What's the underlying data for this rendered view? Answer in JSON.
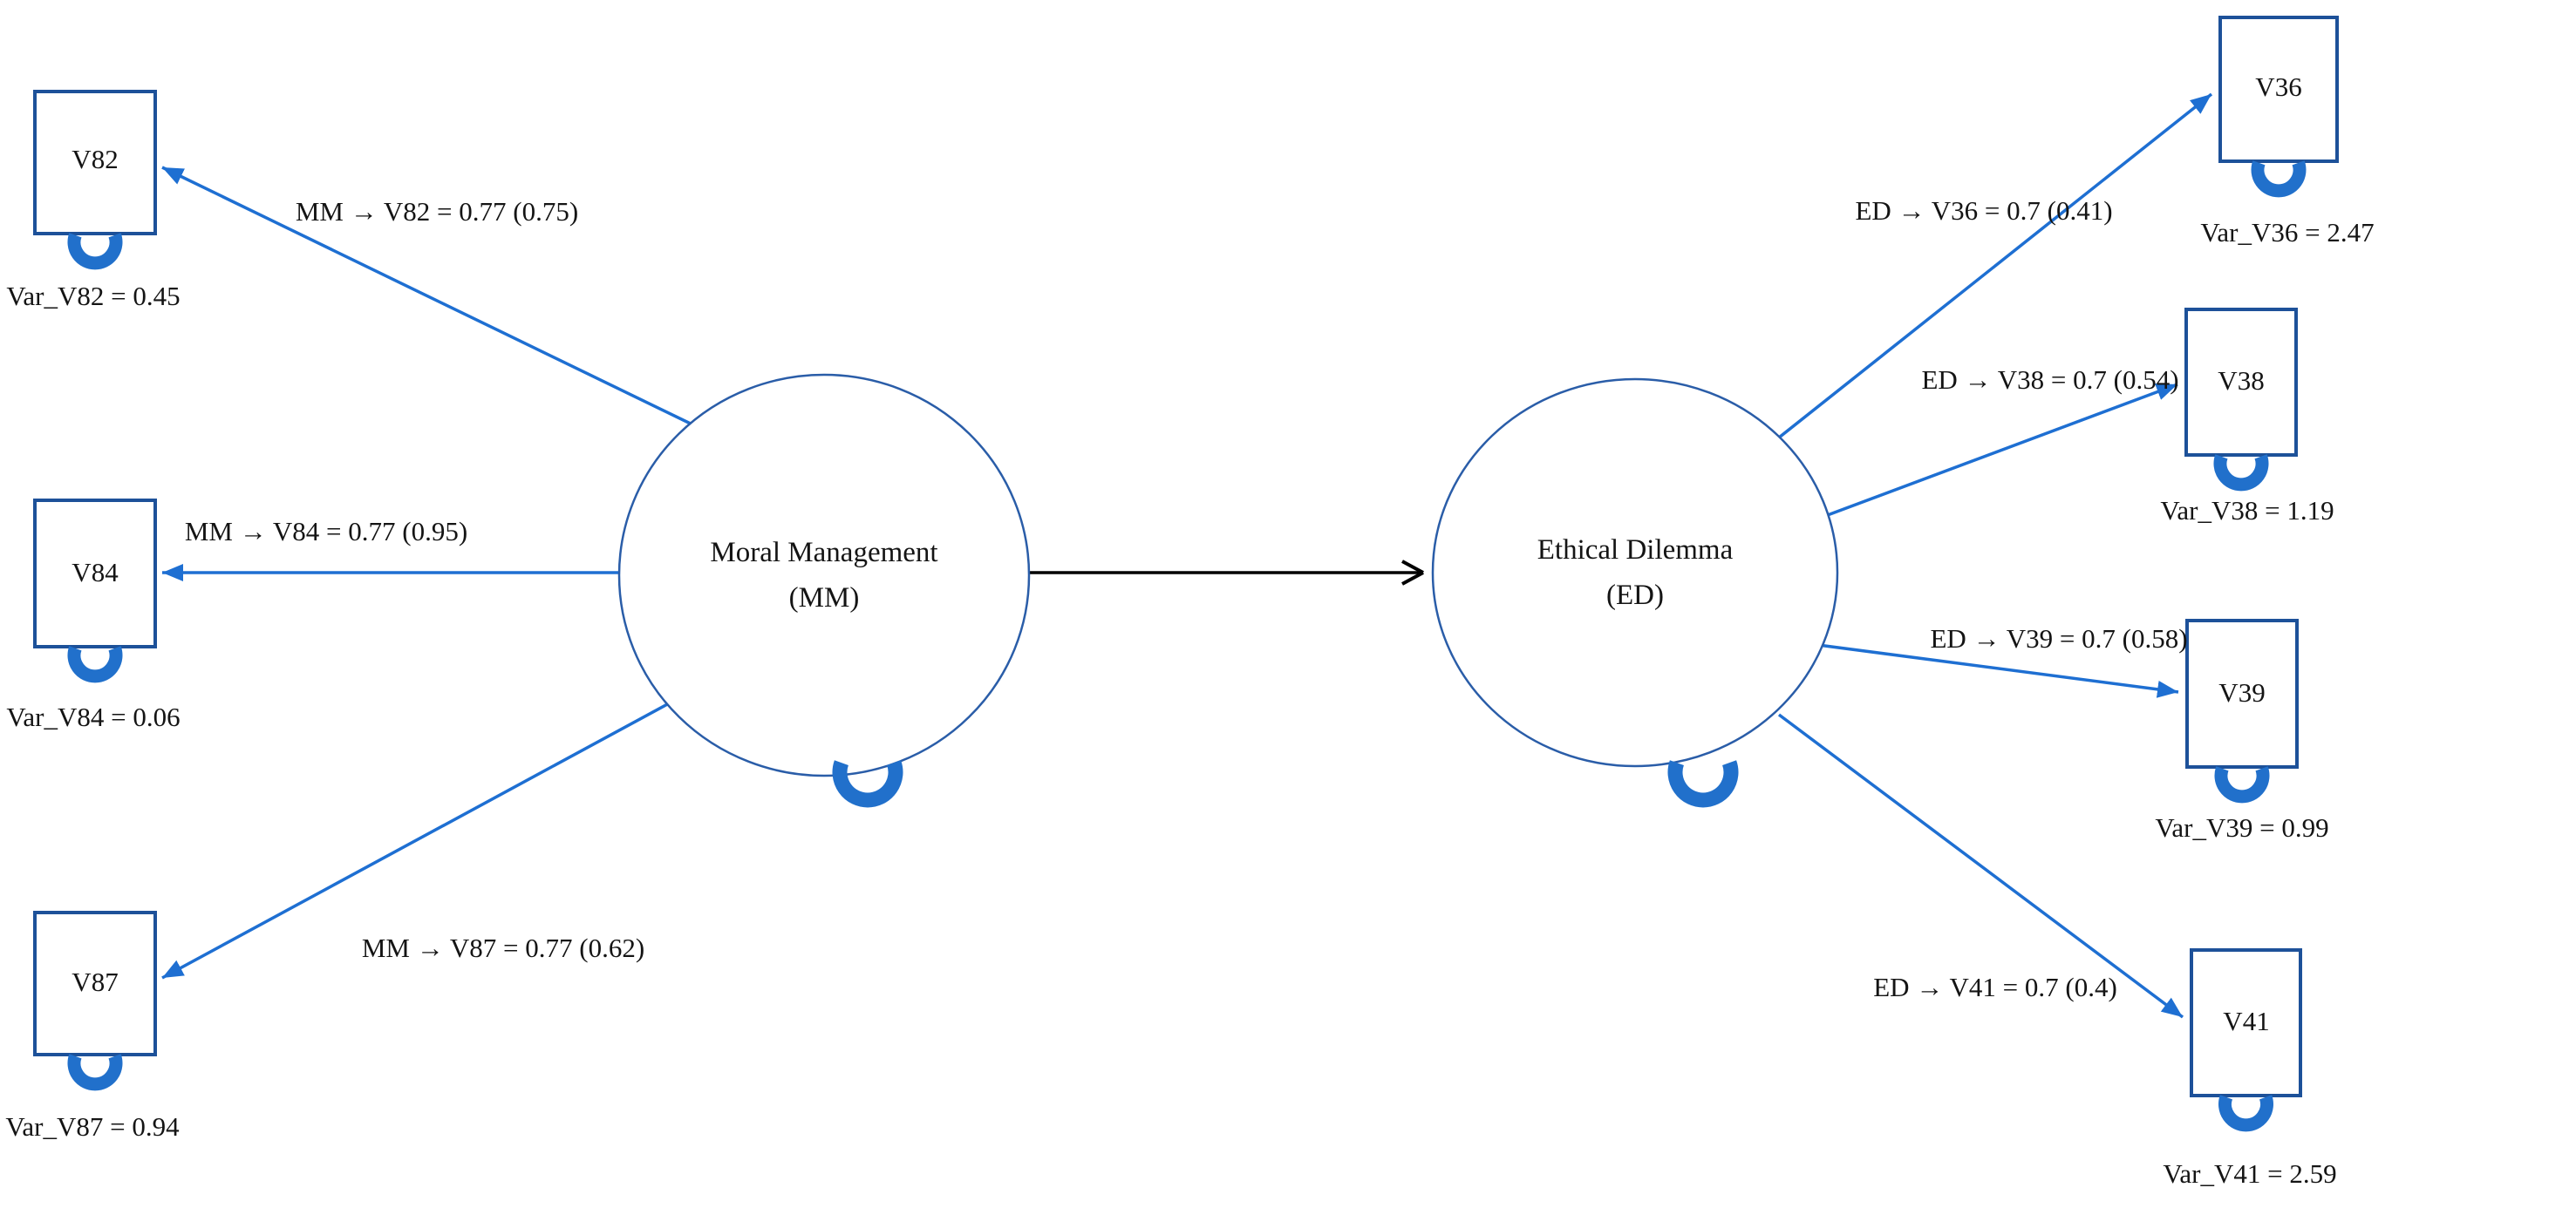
{
  "diagram_type": "structural-equation-model-path-diagram",
  "colors": {
    "background": "#ffffff",
    "indicator_box_border": "#1d5199",
    "latent_ellipse_border": "#2a5da8",
    "loading_arrow_blue": "#1e6fd2",
    "structural_arrow_black": "#000000",
    "variance_arc_blue": "#2170cb",
    "text": "#141414"
  },
  "latents": [
    {
      "id": "MM",
      "name": "Moral Management",
      "abbrev": "(MM)"
    },
    {
      "id": "ED",
      "name": "Ethical Dilemma",
      "abbrev": "(ED)"
    }
  ],
  "structural_path": {
    "from": "MM",
    "to": "ED"
  },
  "indicators": [
    {
      "id": "V82",
      "label": "V82",
      "path_label": "MM → V82 = 0.77 (0.75)",
      "variance_label": "Var_V82 = 0.45",
      "latent": "MM"
    },
    {
      "id": "V84",
      "label": "V84",
      "path_label": "MM → V84 = 0.77 (0.95)",
      "variance_label": "Var_V84 = 0.06",
      "latent": "MM"
    },
    {
      "id": "V87",
      "label": "V87",
      "path_label": "MM → V87 = 0.77 (0.62)",
      "variance_label": "Var_V87 = 0.94",
      "latent": "MM"
    },
    {
      "id": "V36",
      "label": "V36",
      "path_label": "ED → V36 = 0.7 (0.41)",
      "variance_label": "Var_V36 = 2.47",
      "latent": "ED"
    },
    {
      "id": "V38",
      "label": "V38",
      "path_label": "ED → V38 = 0.7 (0.54)",
      "variance_label": "Var_V38 = 1.19",
      "latent": "ED"
    },
    {
      "id": "V39",
      "label": "V39",
      "path_label": "ED → V39 = 0.7 (0.58)",
      "variance_label": "Var_V39 = 0.99",
      "latent": "ED"
    },
    {
      "id": "V41",
      "label": "V41",
      "path_label": "ED → V41 = 0.7 (0.4)",
      "variance_label": "Var_V41 = 2.59",
      "latent": "ED"
    }
  ]
}
